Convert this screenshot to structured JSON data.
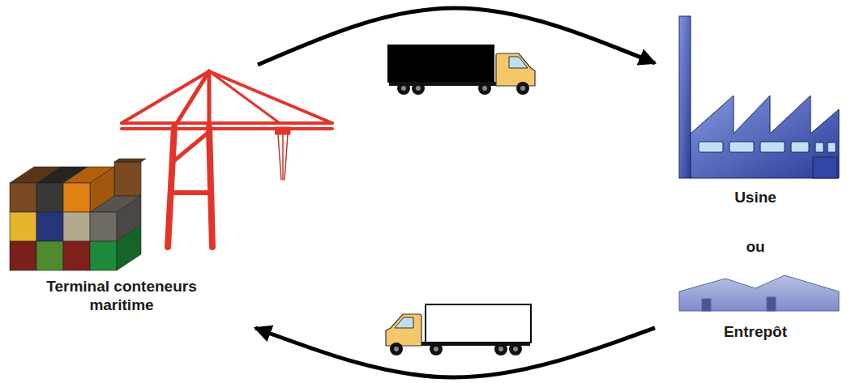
{
  "diagram": {
    "nodes": [
      {
        "text": [
          "Terminal conteneurs maritime"
        ]
      },
      {
        "text": [
          "Usine"
        ]
      },
      {
        "text": [
          "Entrepôt"
        ]
      }
    ],
    "edges": [
      {
        "from": 0,
        "to": 1,
        "arrow": "to"
      },
      {
        "from": 2,
        "to": 0,
        "arrow": "to"
      }
    ],
    "labels": [
      "ou"
    ]
  }
}
